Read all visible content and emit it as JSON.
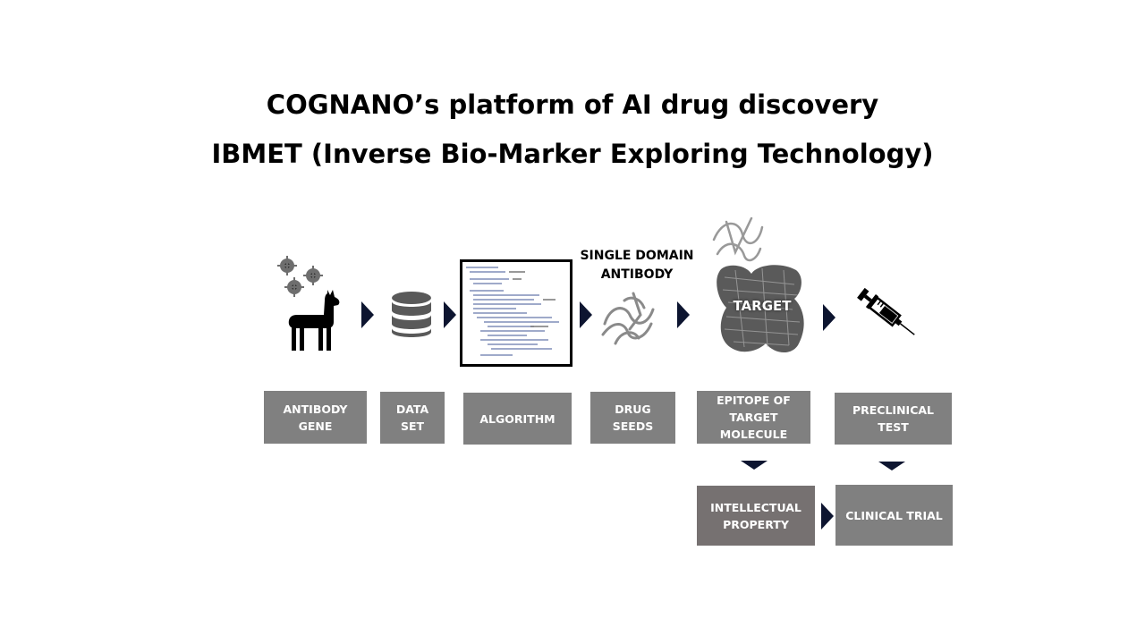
{
  "title_line1": "COGNANO’s platform of AI drug discovery",
  "title_line2": "IBMET (Inverse Bio-Marker Exploring Technology)",
  "captions": {
    "single_domain_antibody": "SINGLE DOMAIN\nANTIBODY",
    "target": "TARGET"
  },
  "boxes": {
    "antibody_gene": "ANTIBODY\nGENE",
    "data_set": "DATA\nSET",
    "algorithm": "ALGORITHM",
    "drug_seeds": "DRUG\nSEEDS",
    "epitope": "EPITOPE  OF\nTARGET\nMOLECULE",
    "preclinical": "PRECLINICAL\nTEST",
    "intellectual_property": "INTELLECTUAL\nPROPERTY",
    "clinical_trial": "CLINICAL TRIAL"
  },
  "icons": {
    "llama": "llama-icon",
    "cells": "cells-icon",
    "database": "database-icon",
    "code": "code-screenshot-icon",
    "antibody": "antibody-structure-icon",
    "target": "target-protein-icon",
    "syringe": "syringe-icon"
  },
  "colors": {
    "box": "#808080",
    "box_dark": "#767171",
    "arrow": "#0d1530"
  }
}
